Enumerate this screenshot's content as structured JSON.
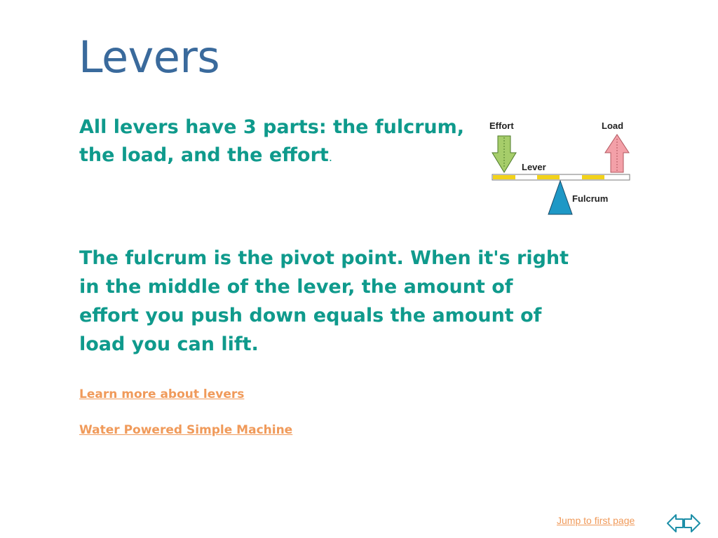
{
  "slide": {
    "title": "Levers",
    "intro_text": "All levers have 3 parts:  the fulcrum, the load, and the effort",
    "intro_period": ".",
    "body_text": "The fulcrum is the pivot point. When it's right in the middle of the lever, the amount of effort you push down equals the amount of load you can lift."
  },
  "diagram": {
    "effort_label": "Effort",
    "load_label": "Load",
    "lever_label": "Lever",
    "fulcrum_label": "Fulcrum",
    "colors": {
      "effort_arrow": "#a6cd6a",
      "load_arrow": "#f3a0a8",
      "fulcrum": "#1e98c6",
      "lever_yellow": "#f2d21a"
    }
  },
  "links": {
    "learn_more": "Learn more about levers",
    "water_machine": "Water Powered Simple Machine"
  },
  "footer": {
    "jump_label": "Jump to first page",
    "prev_icon": "left-arrow-icon",
    "next_icon": "right-arrow-icon"
  },
  "theme": {
    "title_color": "#3a6a9c",
    "text_color": "#0f9a8c",
    "link_color": "#f09a5a"
  }
}
